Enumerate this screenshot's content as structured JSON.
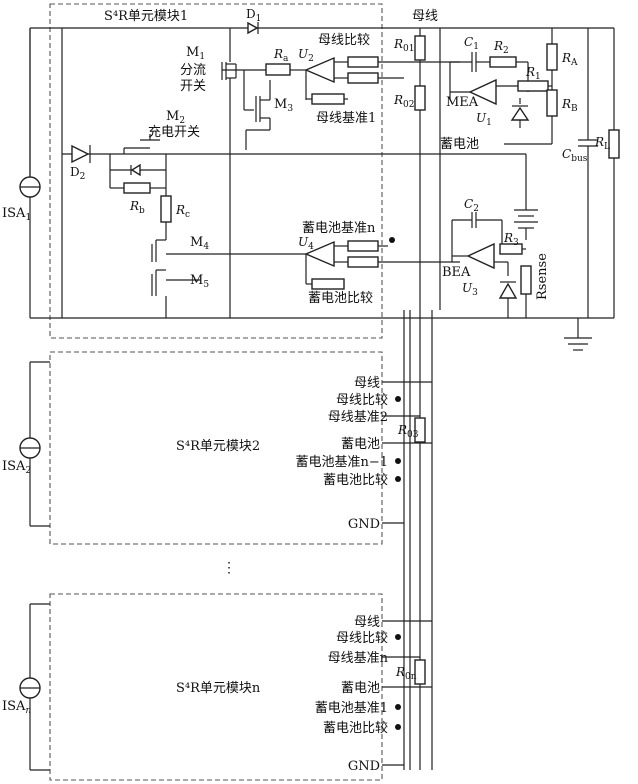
{
  "module1": {
    "title": "S⁴R单元模块1",
    "d1": "D",
    "d1_sub": "1",
    "d2": "D",
    "d2_sub": "2",
    "m1_top": "M",
    "m1_sub": "1",
    "m1_l1": "分流",
    "m1_l2": "开关",
    "m2_top": "M",
    "m2_sub": "2",
    "m2_l1": "充电开关",
    "m3": "M",
    "m3_sub": "3",
    "m4": "M",
    "m4_sub": "4",
    "m5": "M",
    "m5_sub": "5",
    "ra": "R",
    "ra_sub": "a",
    "rb": "R",
    "rb_sub": "b",
    "rc": "R",
    "rc_sub": "c",
    "u2": "U",
    "u2_sub": "2",
    "u4": "U",
    "u4_sub": "4",
    "bus_compare": "母线比较",
    "bus_ref": "母线基准1",
    "bat_ref": "蓄电池基准n",
    "bat_compare": "蓄电池比较"
  },
  "bus": {
    "bus_label": "母线",
    "battery_label": "蓄电池",
    "r01": "R",
    "r01_sub": "01",
    "r02": "R",
    "r02_sub": "02",
    "c1": "C",
    "c1_sub": "1",
    "r2": "R",
    "r2_sub": "2",
    "r1": "R",
    "r1_sub": "1",
    "mea": "MEA",
    "u1": "U",
    "u1_sub": "1",
    "ra_big": "R",
    "ra_big_sub": "A",
    "rb_big": "R",
    "rb_big_sub": "B",
    "cbus": "C",
    "cbus_sub": "bus",
    "rl": "R",
    "rl_sub": "L",
    "c2": "C",
    "c2_sub": "2",
    "r3": "R",
    "r3_sub": "3",
    "bea": "BEA",
    "u3": "U",
    "u3_sub": "3",
    "rsense": "Rsense"
  },
  "sources": {
    "isa1": "ISA",
    "isa1_sub": "1",
    "isa2": "ISA",
    "isa2_sub": "2",
    "isan": "ISA",
    "isan_sub": "n"
  },
  "module2": {
    "title": "S⁴R单元模块2",
    "bus": "母线",
    "bus_compare": "母线比较",
    "bus_ref": "母线基准2",
    "battery": "蓄电池",
    "bat_ref": "蓄电池基准n−1",
    "bat_compare": "蓄电池比较",
    "gnd": "GND",
    "r03": "R",
    "r03_sub": "03"
  },
  "modulen": {
    "title": "S⁴R单元模块n",
    "bus": "母线",
    "bus_compare": "母线比较",
    "bus_ref": "母线基准n",
    "battery": "蓄电池",
    "bat_ref": "蓄电池基准1",
    "bat_compare": "蓄电池比较",
    "gnd": "GND",
    "r0n": "R",
    "r0n_sub": "0n"
  },
  "ellipsis": "⋮"
}
